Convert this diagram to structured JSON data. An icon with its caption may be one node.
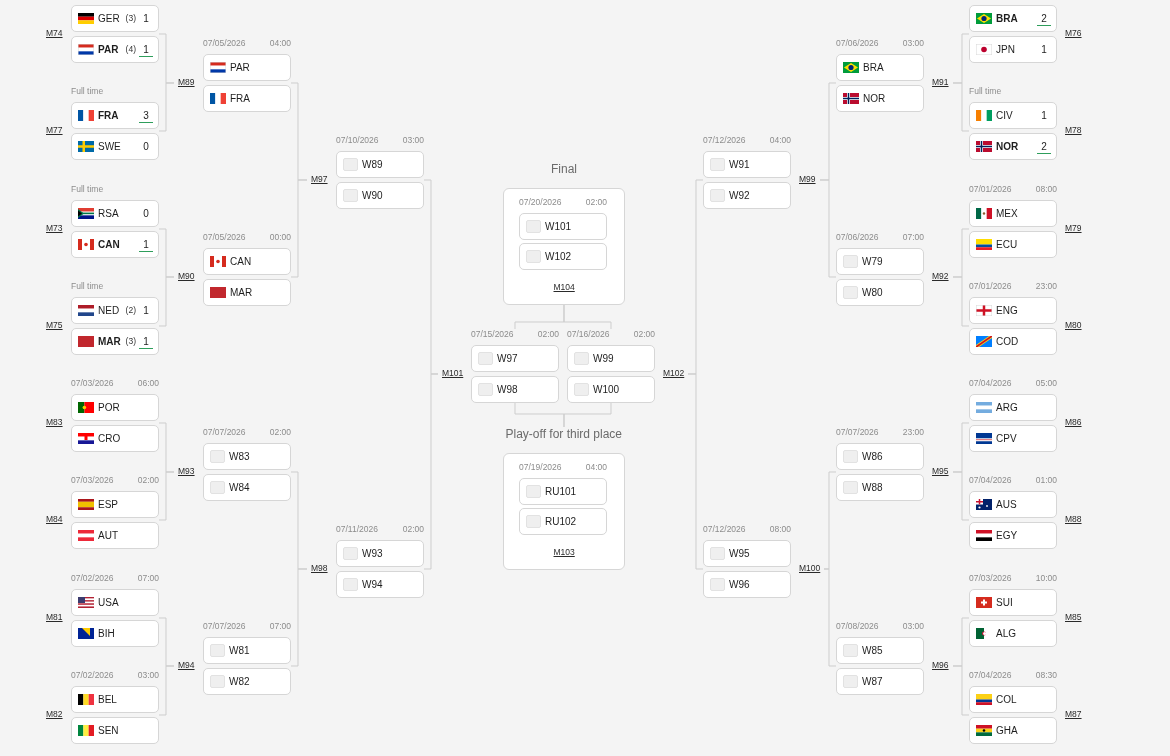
{
  "diagram": {
    "nodes": [
      {
        "text": [
          "M74"
        ]
      },
      {
        "text": [
          "GER",
          "(3)",
          "1"
        ],
        "in": 0
      },
      {
        "text": [
          "PAR",
          "(4)",
          "1"
        ],
        "in": 0
      },
      {
        "text": [
          "Full time",
          "M77"
        ]
      },
      {
        "text": [
          "FRA",
          "3"
        ],
        "in": 3
      },
      {
        "text": [
          "SWE",
          "0"
        ],
        "in": 3
      },
      {
        "text": [
          "Full time",
          "M73"
        ]
      },
      {
        "text": [
          "RSA",
          "0"
        ],
        "in": 6
      },
      {
        "text": [
          "CAN",
          "1"
        ],
        "in": 6
      },
      {
        "text": [
          "Full time",
          "M75"
        ]
      },
      {
        "text": [
          "NED",
          "(2)",
          "1"
        ],
        "in": 9
      },
      {
        "text": [
          "MAR",
          "(3)",
          "1"
        ],
        "in": 9
      },
      {
        "text": [
          "07/03/2026",
          "06:00",
          "M83"
        ]
      },
      {
        "text": [
          "POR"
        ],
        "in": 12
      },
      {
        "text": [
          "CRO"
        ],
        "in": 12
      },
      {
        "text": [
          "07/03/2026",
          "02:00",
          "M84"
        ]
      },
      {
        "text": [
          "ESP"
        ],
        "in": 15
      },
      {
        "text": [
          "AUT"
        ],
        "in": 15
      },
      {
        "text": [
          "07/02/2026",
          "07:00",
          "M81"
        ]
      },
      {
        "text": [
          "USA"
        ],
        "in": 18
      },
      {
        "text": [
          "BIH"
        ],
        "in": 18
      },
      {
        "text": [
          "07/02/2026",
          "03:00",
          "M82"
        ]
      },
      {
        "text": [
          "BEL"
        ],
        "in": 21
      },
      {
        "text": [
          "SEN"
        ],
        "in": 21
      },
      {
        "text": [
          "07/05/2026",
          "04:00",
          "M89"
        ]
      },
      {
        "text": [
          "PAR"
        ],
        "in": 24
      },
      {
        "text": [
          "FRA"
        ],
        "in": 24
      },
      {
        "text": [
          "07/05/2026",
          "00:00",
          "M90"
        ]
      },
      {
        "text": [
          "CAN"
        ],
        "in": 27
      },
      {
        "text": [
          "MAR"
        ],
        "in": 27
      },
      {
        "text": [
          "07/07/2026",
          "02:00",
          "M93"
        ]
      },
      {
        "text": [
          "W83"
        ],
        "in": 30
      },
      {
        "text": [
          "W84"
        ],
        "in": 30
      },
      {
        "text": [
          "07/07/2026",
          "07:00",
          "M94"
        ]
      },
      {
        "text": [
          "W81"
        ],
        "in": 33
      },
      {
        "text": [
          "W82"
        ],
        "in": 33
      },
      {
        "text": [
          "07/10/2026",
          "03:00",
          "M97"
        ]
      },
      {
        "text": [
          "W89"
        ],
        "in": 36
      },
      {
        "text": [
          "W90"
        ],
        "in": 36
      },
      {
        "text": [
          "07/11/2026",
          "02:00",
          "M98"
        ]
      },
      {
        "text": [
          "W93"
        ],
        "in": 39
      },
      {
        "text": [
          "W94"
        ],
        "in": 39
      },
      {
        "text": [
          "Final",
          "07/20/2026",
          "02:00",
          "M104"
        ]
      },
      {
        "text": [
          "W101"
        ],
        "in": 42
      },
      {
        "text": [
          "W102"
        ],
        "in": 42
      },
      {
        "text": [
          "07/15/2026",
          "02:00",
          "M101"
        ]
      },
      {
        "text": [
          "W97"
        ],
        "in": 45
      },
      {
        "text": [
          "W98"
        ],
        "in": 45
      },
      {
        "text": [
          "07/16/2026",
          "02:00",
          "M102"
        ]
      },
      {
        "text": [
          "W99"
        ],
        "in": 48
      },
      {
        "text": [
          "W100"
        ],
        "in": 48
      },
      {
        "text": [
          "Play-off for third place",
          "07/19/2026",
          "04:00",
          "M103"
        ]
      },
      {
        "text": [
          "RU101"
        ],
        "in": 51
      },
      {
        "text": [
          "RU102"
        ],
        "in": 51
      },
      {
        "text": [
          "07/12/2026",
          "04:00",
          "M99"
        ]
      },
      {
        "text": [
          "W91"
        ],
        "in": 54
      },
      {
        "text": [
          "W92"
        ],
        "in": 54
      },
      {
        "text": [
          "07/12/2026",
          "08:00",
          "M100"
        ]
      },
      {
        "text": [
          "W95"
        ],
        "in": 57
      },
      {
        "text": [
          "W96"
        ],
        "in": 57
      },
      {
        "text": [
          "07/06/2026",
          "03:00",
          "M91"
        ]
      },
      {
        "text": [
          "BRA"
        ],
        "in": 60
      },
      {
        "text": [
          "NOR"
        ],
        "in": 60
      },
      {
        "text": [
          "07/06/2026",
          "07:00",
          "M92"
        ]
      },
      {
        "text": [
          "W79"
        ],
        "in": 63
      },
      {
        "text": [
          "W80"
        ],
        "in": 63
      },
      {
        "text": [
          "07/07/2026",
          "23:00",
          "M95"
        ]
      },
      {
        "text": [
          "W86"
        ],
        "in": 66
      },
      {
        "text": [
          "W88"
        ],
        "in": 66
      },
      {
        "text": [
          "07/08/2026",
          "03:00",
          "M96"
        ]
      },
      {
        "text": [
          "W85"
        ],
        "in": 69
      },
      {
        "text": [
          "W87"
        ],
        "in": 69
      },
      {
        "text": [
          "M76"
        ]
      },
      {
        "text": [
          "BRA",
          "2"
        ],
        "in": 72
      },
      {
        "text": [
          "JPN",
          "1"
        ],
        "in": 72
      },
      {
        "text": [
          "Full time",
          "M78"
        ]
      },
      {
        "text": [
          "CIV",
          "1"
        ],
        "in": 75
      },
      {
        "text": [
          "NOR",
          "2"
        ],
        "in": 75
      },
      {
        "text": [
          "07/01/2026",
          "08:00",
          "M79"
        ]
      },
      {
        "text": [
          "MEX"
        ],
        "in": 78
      },
      {
        "text": [
          "ECU"
        ],
        "in": 78
      },
      {
        "text": [
          "07/01/2026",
          "23:00",
          "M80"
        ]
      },
      {
        "text": [
          "ENG"
        ],
        "in": 81
      },
      {
        "text": [
          "COD"
        ],
        "in": 81
      },
      {
        "text": [
          "07/04/2026",
          "05:00",
          "M86"
        ]
      },
      {
        "text": [
          "ARG"
        ],
        "in": 84
      },
      {
        "text": [
          "CPV"
        ],
        "in": 84
      },
      {
        "text": [
          "07/04/2026",
          "01:00",
          "M88"
        ]
      },
      {
        "text": [
          "AUS"
        ],
        "in": 87
      },
      {
        "text": [
          "EGY"
        ],
        "in": 87
      },
      {
        "text": [
          "07/03/2026",
          "10:00",
          "M85"
        ]
      },
      {
        "text": [
          "SUI"
        ],
        "in": 90
      },
      {
        "text": [
          "ALG"
        ],
        "in": 90
      },
      {
        "text": [
          "07/04/2026",
          "08:30",
          "M87"
        ]
      },
      {
        "text": [
          "COL"
        ],
        "in": 93
      },
      {
        "text": [
          "GHA"
        ],
        "in": 93
      }
    ],
    "edges": [
      {
        "from": 0,
        "to": 24,
        "arrow": "none"
      },
      {
        "from": 3,
        "to": 24,
        "arrow": "none"
      },
      {
        "from": 6,
        "to": 27,
        "arrow": "none"
      },
      {
        "from": 9,
        "to": 27,
        "arrow": "none"
      },
      {
        "from": 12,
        "to": 30,
        "arrow": "none"
      },
      {
        "from": 15,
        "to": 30,
        "arrow": "none"
      },
      {
        "from": 18,
        "to": 33,
        "arrow": "none"
      },
      {
        "from": 21,
        "to": 33,
        "arrow": "none"
      },
      {
        "from": 24,
        "to": 36,
        "arrow": "none"
      },
      {
        "from": 27,
        "to": 36,
        "arrow": "none"
      },
      {
        "from": 30,
        "to": 39,
        "arrow": "none"
      },
      {
        "from": 33,
        "to": 39,
        "arrow": "none"
      },
      {
        "from": 36,
        "to": 45,
        "arrow": "none"
      },
      {
        "from": 39,
        "to": 45,
        "arrow": "none"
      },
      {
        "from": 45,
        "to": 42,
        "arrow": "none"
      },
      {
        "from": 48,
        "to": 42,
        "arrow": "none"
      },
      {
        "from": 45,
        "to": 51,
        "arrow": "none"
      },
      {
        "from": 48,
        "to": 51,
        "arrow": "none"
      },
      {
        "from": 54,
        "to": 48,
        "arrow": "none"
      },
      {
        "from": 57,
        "to": 48,
        "arrow": "none"
      },
      {
        "from": 60,
        "to": 54,
        "arrow": "none"
      },
      {
        "from": 63,
        "to": 54,
        "arrow": "none"
      },
      {
        "from": 66,
        "to": 57,
        "arrow": "none"
      },
      {
        "from": 69,
        "to": 57,
        "arrow": "none"
      },
      {
        "from": 72,
        "to": 60,
        "arrow": "none"
      },
      {
        "from": 75,
        "to": 60,
        "arrow": "none"
      },
      {
        "from": 78,
        "to": 63,
        "arrow": "none"
      },
      {
        "from": 81,
        "to": 63,
        "arrow": "none"
      },
      {
        "from": 84,
        "to": 66,
        "arrow": "none"
      },
      {
        "from": 87,
        "to": 66,
        "arrow": "none"
      },
      {
        "from": 90,
        "to": 69,
        "arrow": "none"
      },
      {
        "from": 93,
        "to": 69,
        "arrow": "none"
      }
    ]
  }
}
